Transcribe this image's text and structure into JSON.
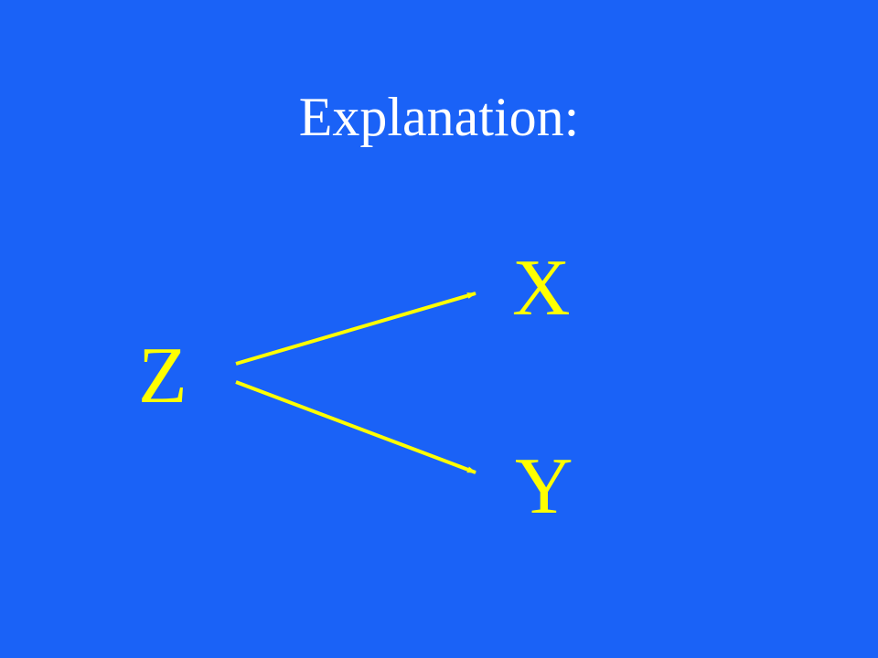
{
  "slide": {
    "title": "Explanation:",
    "nodes": {
      "z": "Z",
      "x": "X",
      "y": "Y"
    },
    "edges": [
      {
        "from": "Z",
        "to": "X"
      },
      {
        "from": "Z",
        "to": "Y"
      }
    ]
  },
  "colors": {
    "background": "#1a62f7",
    "title_text": "#ffffff",
    "node_text": "#ffff00",
    "arrow": "#ffff00"
  }
}
